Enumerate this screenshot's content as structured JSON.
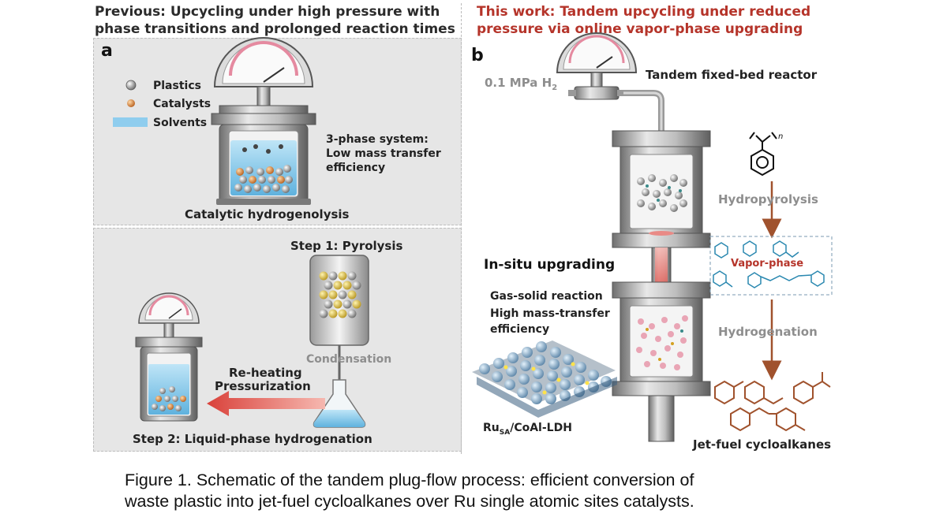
{
  "header": {
    "previous_line1": "Previous:  Upcycling under high pressure with",
    "previous_line2": "phase transitions and prolonged reaction times",
    "this_work_line1": "This work: Tandem upcycling under reduced",
    "this_work_line2": "pressure via online vapor-phase upgrading"
  },
  "panel_a": {
    "letter": "a",
    "legend": [
      "Plastics",
      "Catalysts",
      "Solvents"
    ],
    "note_line1": "3-phase system:",
    "note_line2": "Low mass transfer",
    "note_line3": "efficiency",
    "bottom_label": "Catalytic hydrogenolysis"
  },
  "panel_a2": {
    "step1": "Step 1: Pyrolysis",
    "condensation": "Condensation",
    "reheating": "Re-heating",
    "pressurization": "Pressurization",
    "step2": "Step 2: Liquid-phase hydrogenation"
  },
  "panel_b": {
    "letter": "b",
    "pressure": "0.1 MPa H",
    "pressure_sub": "2",
    "reactor": "Tandem fixed-bed reactor",
    "hydropyrolysis": "Hydropyrolysis",
    "vapor_phase": "Vapor-phase",
    "in_situ": "In-situ upgrading",
    "gas_solid": "Gas-solid reaction",
    "mass_transfer_1": "High mass-transfer",
    "mass_transfer_2": "efficiency",
    "hydrogenation": "Hydrogenation",
    "catalyst_main": "Ru",
    "catalyst_sub": "SA",
    "catalyst_rest": "/CoAl-LDH",
    "product": "Jet-fuel cycloalkanes",
    "polymer_subscript": "n"
  },
  "caption": {
    "line1": "Figure 1. Schematic of the tandem plug-flow process: efficient conversion of",
    "line2": "waste plastic into jet-fuel cycloalkanes over Ru single atomic sites catalysts."
  },
  "colors": {
    "accent_red": "#b5342a",
    "panel_gray": "#e6e6e6",
    "solvent_blue": "#7ec4e8",
    "arrow_red": "#e0504a",
    "brown_arrow": "#a0522d"
  }
}
